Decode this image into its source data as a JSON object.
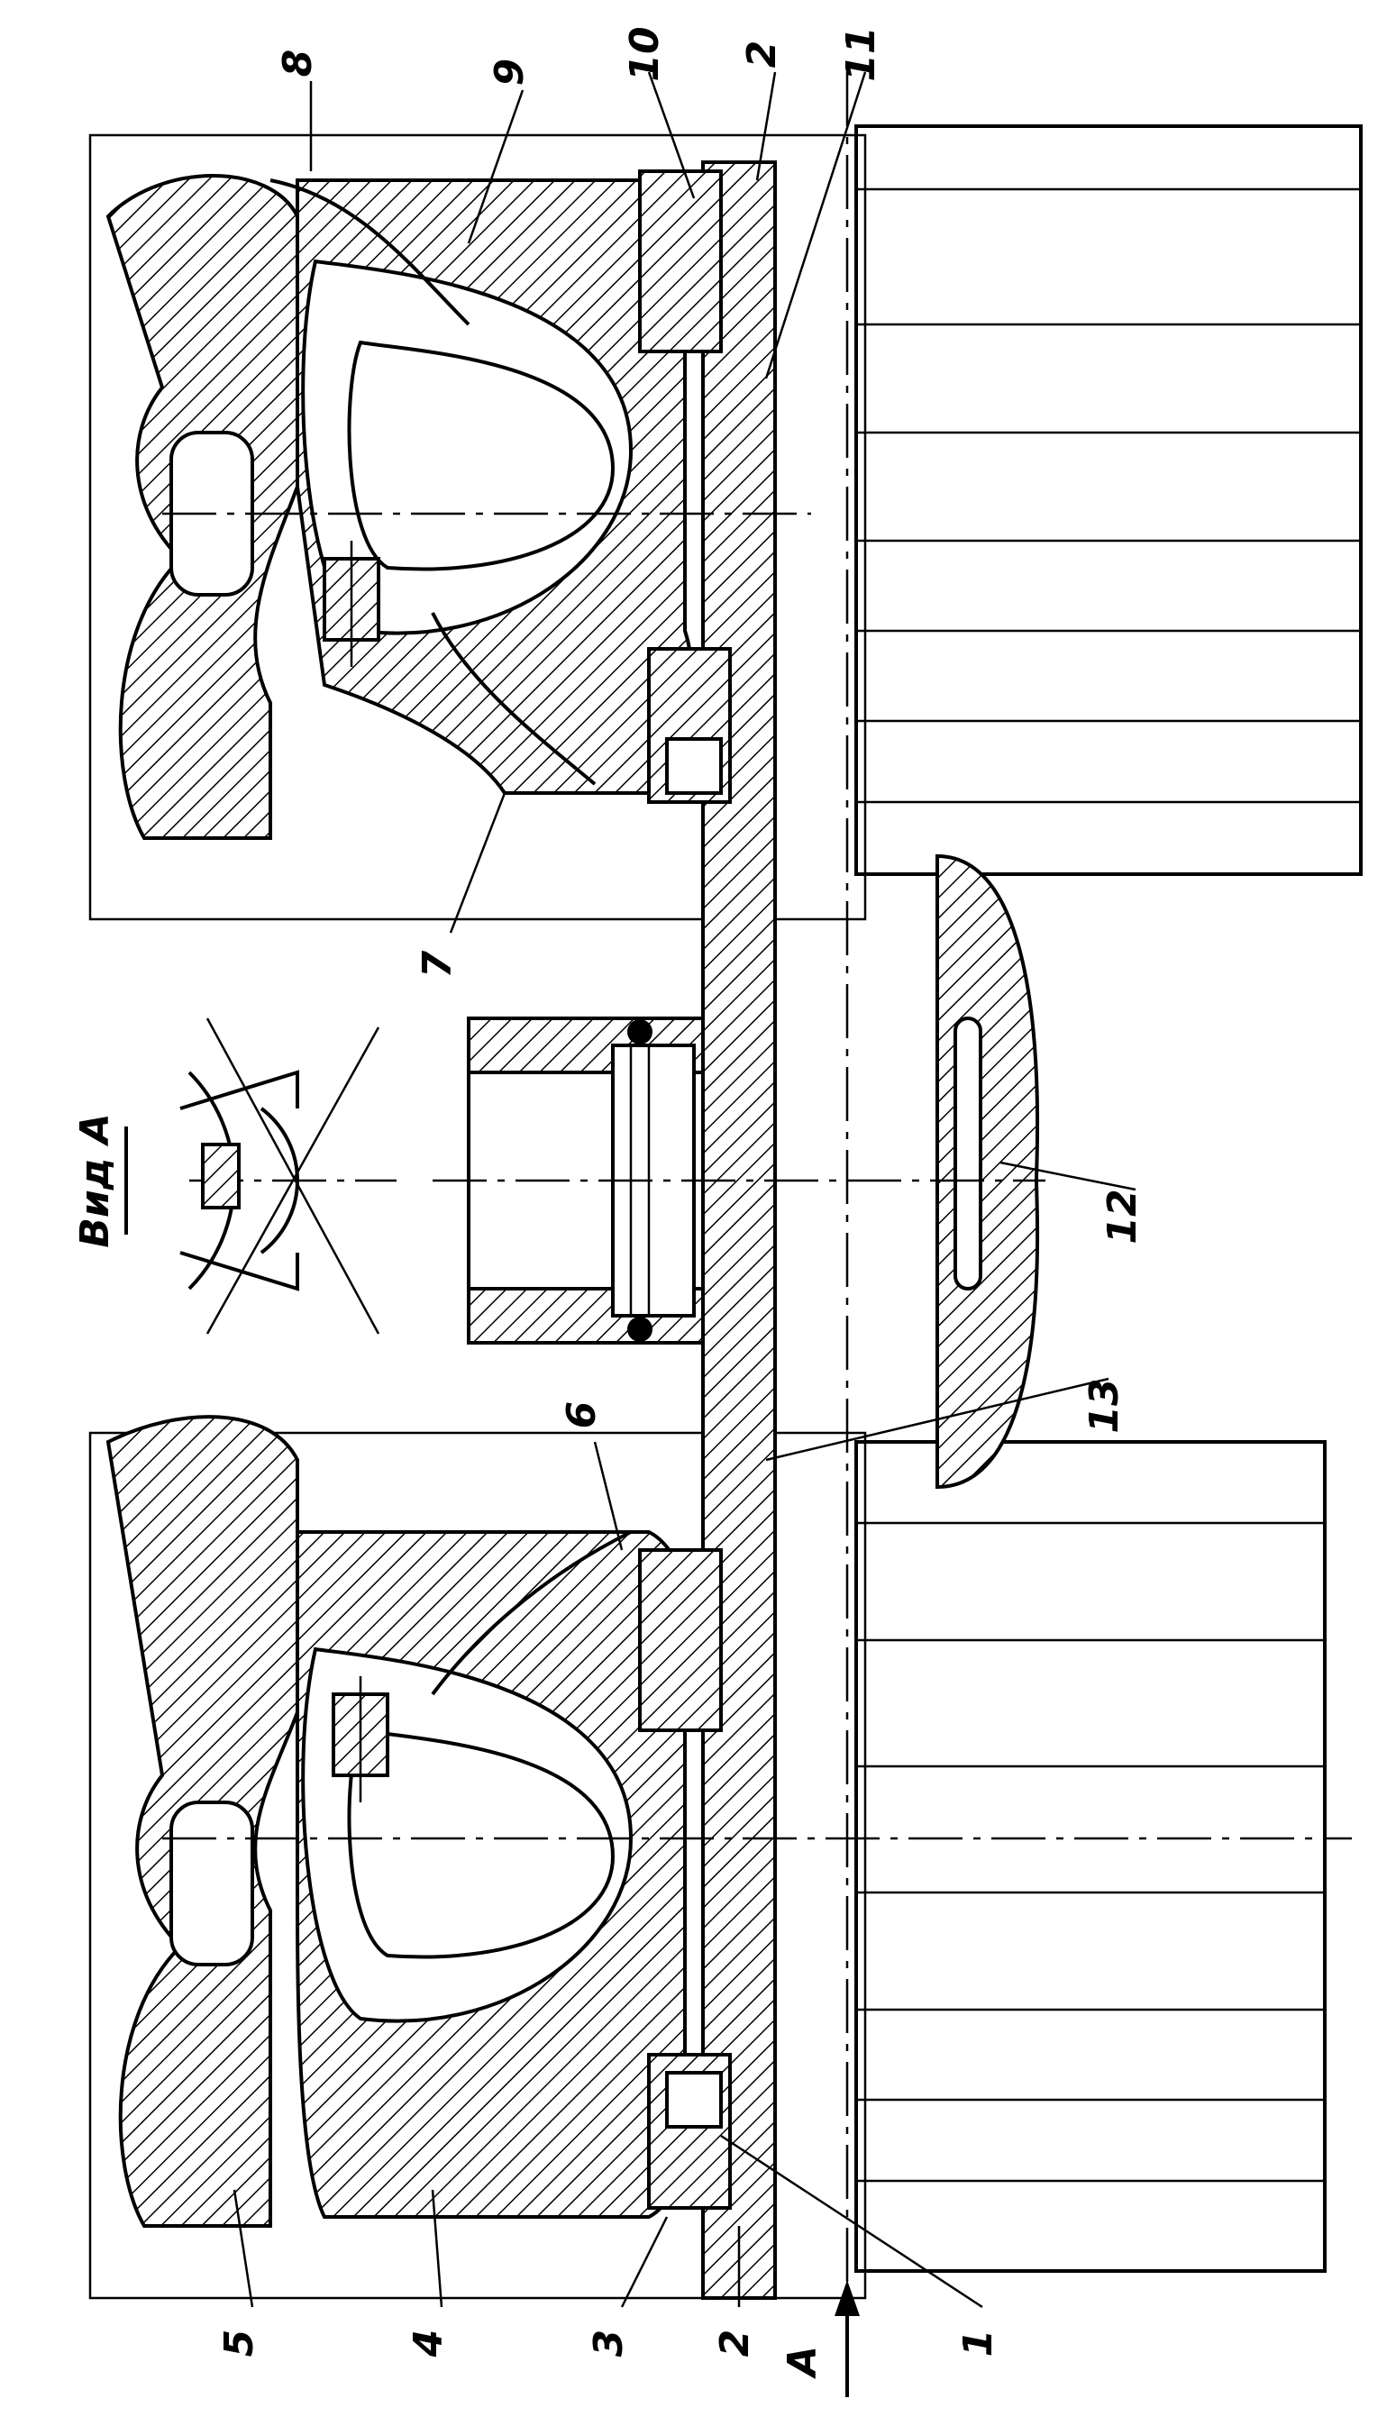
{
  "view_label": "Вид А",
  "arrow_label": "А",
  "callouts": [
    "1",
    "2",
    "2",
    "3",
    "4",
    "5",
    "6",
    "7",
    "8",
    "9",
    "10",
    "11",
    "12",
    "13"
  ]
}
